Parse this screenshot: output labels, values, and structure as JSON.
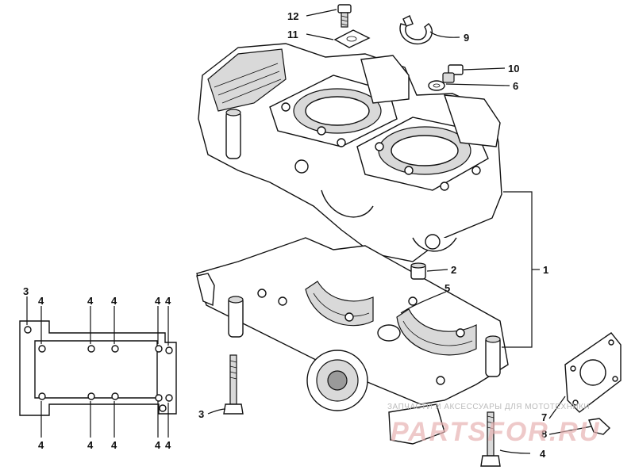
{
  "callouts": {
    "c12": "12",
    "c11": "11",
    "c9": "9",
    "c10": "10",
    "c6": "6",
    "c2": "2",
    "c1": "1",
    "c5": "5",
    "c3_left_top": "3",
    "c4_top_1": "4",
    "c4_top_2": "4",
    "c4_top_3": "4",
    "c4_top_4": "4",
    "c4_top_5": "4",
    "c4_bottom_1": "4",
    "c4_bottom_2": "4",
    "c4_bottom_3": "4",
    "c4_bottom_4": "4",
    "c4_bottom_5": "4",
    "c3_bottom": "3",
    "c7": "7",
    "c8": "8",
    "c4_right_bottom": "4"
  },
  "watermark": {
    "text": "ЗАПЧАСТИ И АКСЕССУАРЫ ДЛЯ МОТОТЕХНИКИ",
    "logo": "PARTSFOR.RU"
  }
}
